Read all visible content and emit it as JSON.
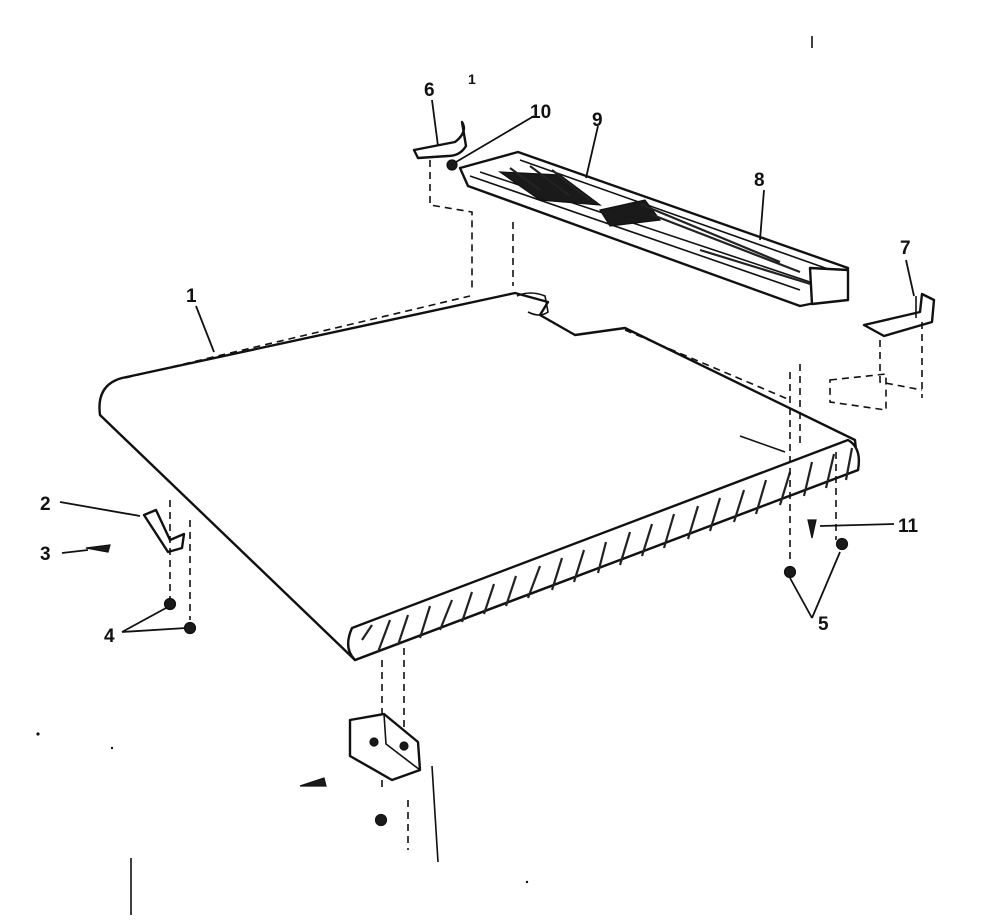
{
  "diagram": {
    "callouts": [
      {
        "id": "c1",
        "text": "1"
      },
      {
        "id": "c1b",
        "text": "1"
      },
      {
        "id": "c2",
        "text": "2"
      },
      {
        "id": "c3",
        "text": "3"
      },
      {
        "id": "c4",
        "text": "4"
      },
      {
        "id": "c5",
        "text": "5"
      },
      {
        "id": "c6",
        "text": "6"
      },
      {
        "id": "c7",
        "text": "7"
      },
      {
        "id": "c8",
        "text": "8"
      },
      {
        "id": "c9",
        "text": "9"
      },
      {
        "id": "c10",
        "text": "10"
      },
      {
        "id": "c11",
        "text": "11"
      }
    ]
  },
  "colors": {
    "ink": "#111111",
    "paper": "#ffffff"
  }
}
